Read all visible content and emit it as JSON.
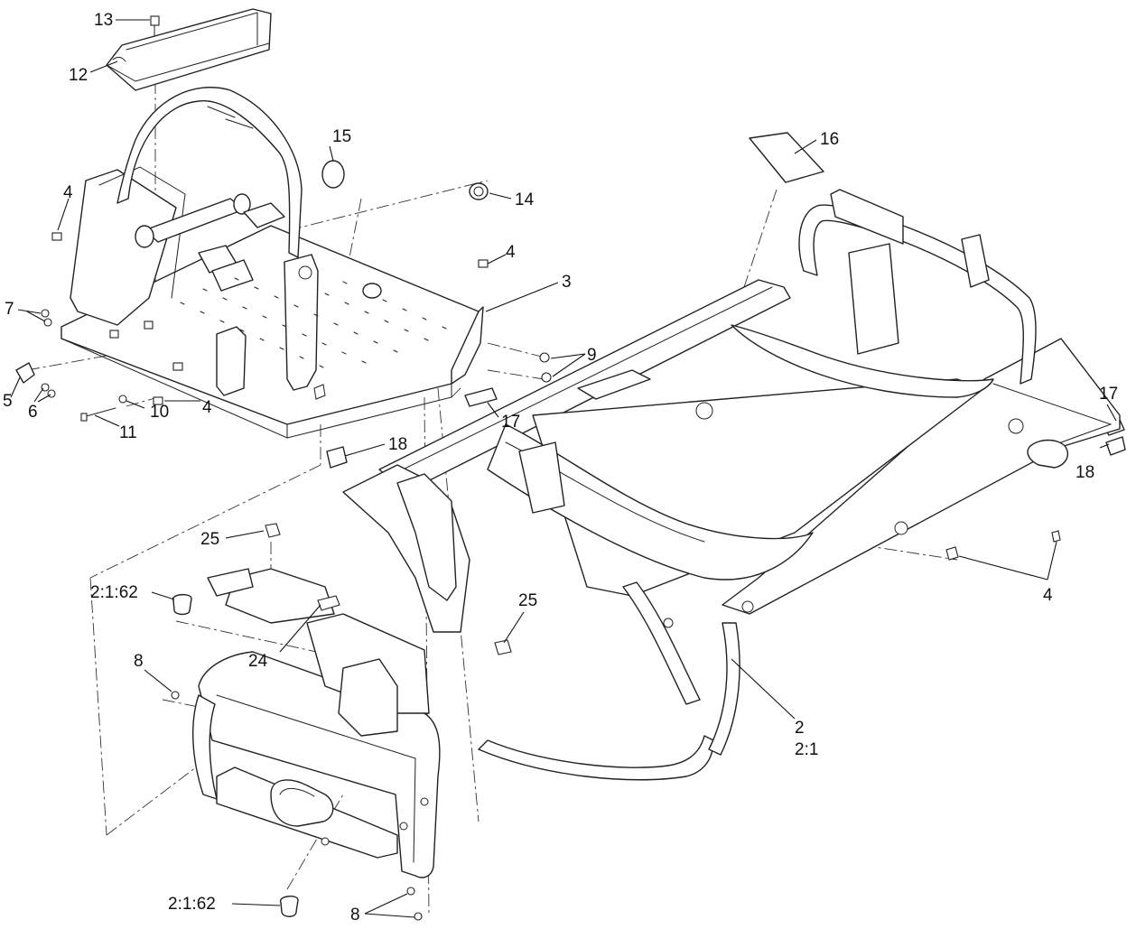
{
  "callouts": {
    "c13": "13",
    "c12": "12",
    "c15": "15",
    "c16": "16",
    "c14": "14",
    "c4a": "4",
    "c4b": "4",
    "c3": "3",
    "c7": "7",
    "c9": "9",
    "c5": "5",
    "c6": "6",
    "c10": "10",
    "c4c": "4",
    "c17a": "17",
    "c11": "11",
    "c18a": "18",
    "c17b": "17",
    "c18b": "18",
    "c25a": "25",
    "c4d": "4",
    "c2162a": "2:1:62",
    "c25b": "25",
    "c24": "24",
    "c8a": "8",
    "c2": "2",
    "c21": "2:1",
    "c2162b": "2:1:62",
    "c8b": "8"
  }
}
